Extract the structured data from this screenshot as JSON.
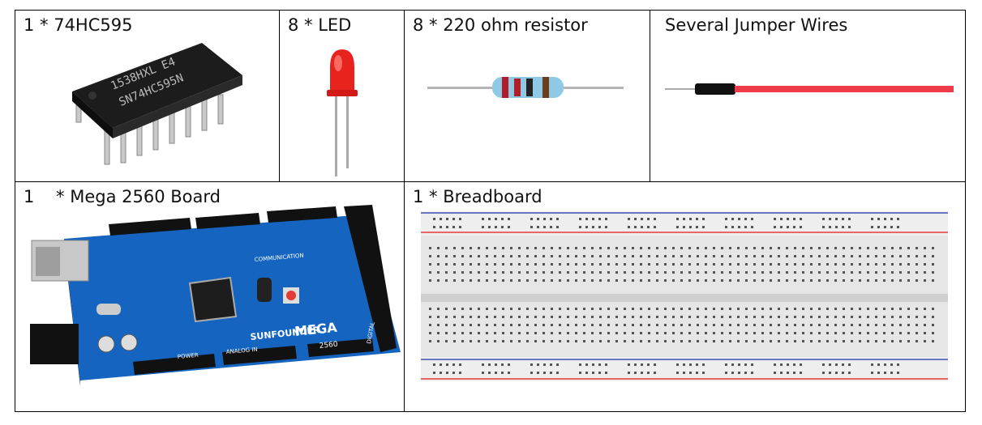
{
  "components": [
    {
      "label": "1 * 74HC595",
      "chip_text": [
        "1538HXL E4",
        "SN74HC595N"
      ]
    },
    {
      "label": "8 * LED"
    },
    {
      "label": "8 * 220 ohm resistor"
    },
    {
      "label": "Several Jumper Wires"
    },
    {
      "label": "1    * Mega 2560 Board",
      "board_text": {
        "brand": "SUNFOUNDER",
        "model": "MEGA",
        "model_no": "2560",
        "communication": "COMMUNICATION",
        "power": "POWER",
        "analog_in": "ANALOG IN",
        "digital": "DIGITAL"
      }
    },
    {
      "label": "1 * Breadboard"
    }
  ],
  "colors": {
    "border": "#000000",
    "led": "#e8231e",
    "wire": "#ef3b4a",
    "board": "#1565c0",
    "resistor_body": "#8fc9e6"
  }
}
